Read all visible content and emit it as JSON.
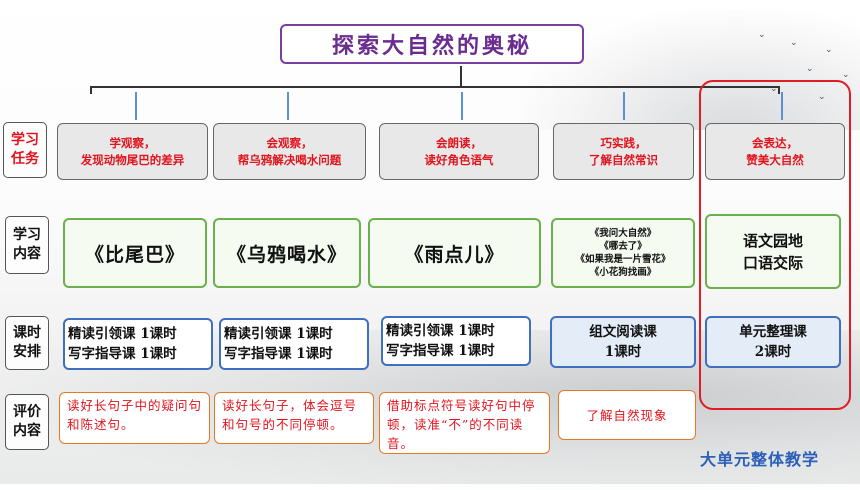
{
  "title": "探索大自然的奥秘",
  "row_labels": {
    "tasks": [
      "学习",
      "任务"
    ],
    "content": [
      "学习",
      "内容"
    ],
    "schedule": [
      "课时",
      "安排"
    ],
    "evaluation": [
      "评价",
      "内容"
    ]
  },
  "tasks": [
    [
      "学观察，",
      "发现动物尾巴的差异"
    ],
    [
      "会观察，",
      "帮乌鸦解决喝水问题"
    ],
    [
      "会朗读，",
      "读好角色语气"
    ],
    [
      "巧实践，",
      "了解自然常识"
    ],
    [
      "会表达，",
      "赞美大自然"
    ]
  ],
  "contents": {
    "c1": "《比尾巴》",
    "c2": "《乌鸦喝水》",
    "c3": "《雨点儿》",
    "c4": [
      "《我问大自然》",
      "《哪去了》",
      "《如果我是一片雪花》",
      "《小花狗找画》"
    ],
    "c5": [
      "语文园地",
      "口语交际"
    ]
  },
  "schedule": {
    "s1": [
      "精读引领课 1课时",
      "写字指导课 1课时"
    ],
    "s2": [
      "精读引领课 1课时",
      "写字指导课 1课时"
    ],
    "s3": [
      "精读引领课 1课时",
      "写字指导课 1课时"
    ],
    "s4": [
      "组文阅读课",
      "1课时"
    ],
    "s5": [
      "单元整理课",
      "2课时"
    ]
  },
  "evaluation": [
    "读好长句子中的疑问句和陈述句。",
    "读好长句子，体会逗号和句号的不同停顿。",
    "借助标点符号读好句中停顿，读准“不”的不同读音。",
    "了解自然现象"
  ],
  "footer": "大单元整体教学",
  "colors": {
    "title": "#6a2c8f",
    "task_text": "#e0141e",
    "content_border": "#6ab04c",
    "schedule_border": "#3f6fc0",
    "evaluation_border": "#e87722",
    "highlight_frame": "#e01c24",
    "footer": "#2b5fb8"
  }
}
